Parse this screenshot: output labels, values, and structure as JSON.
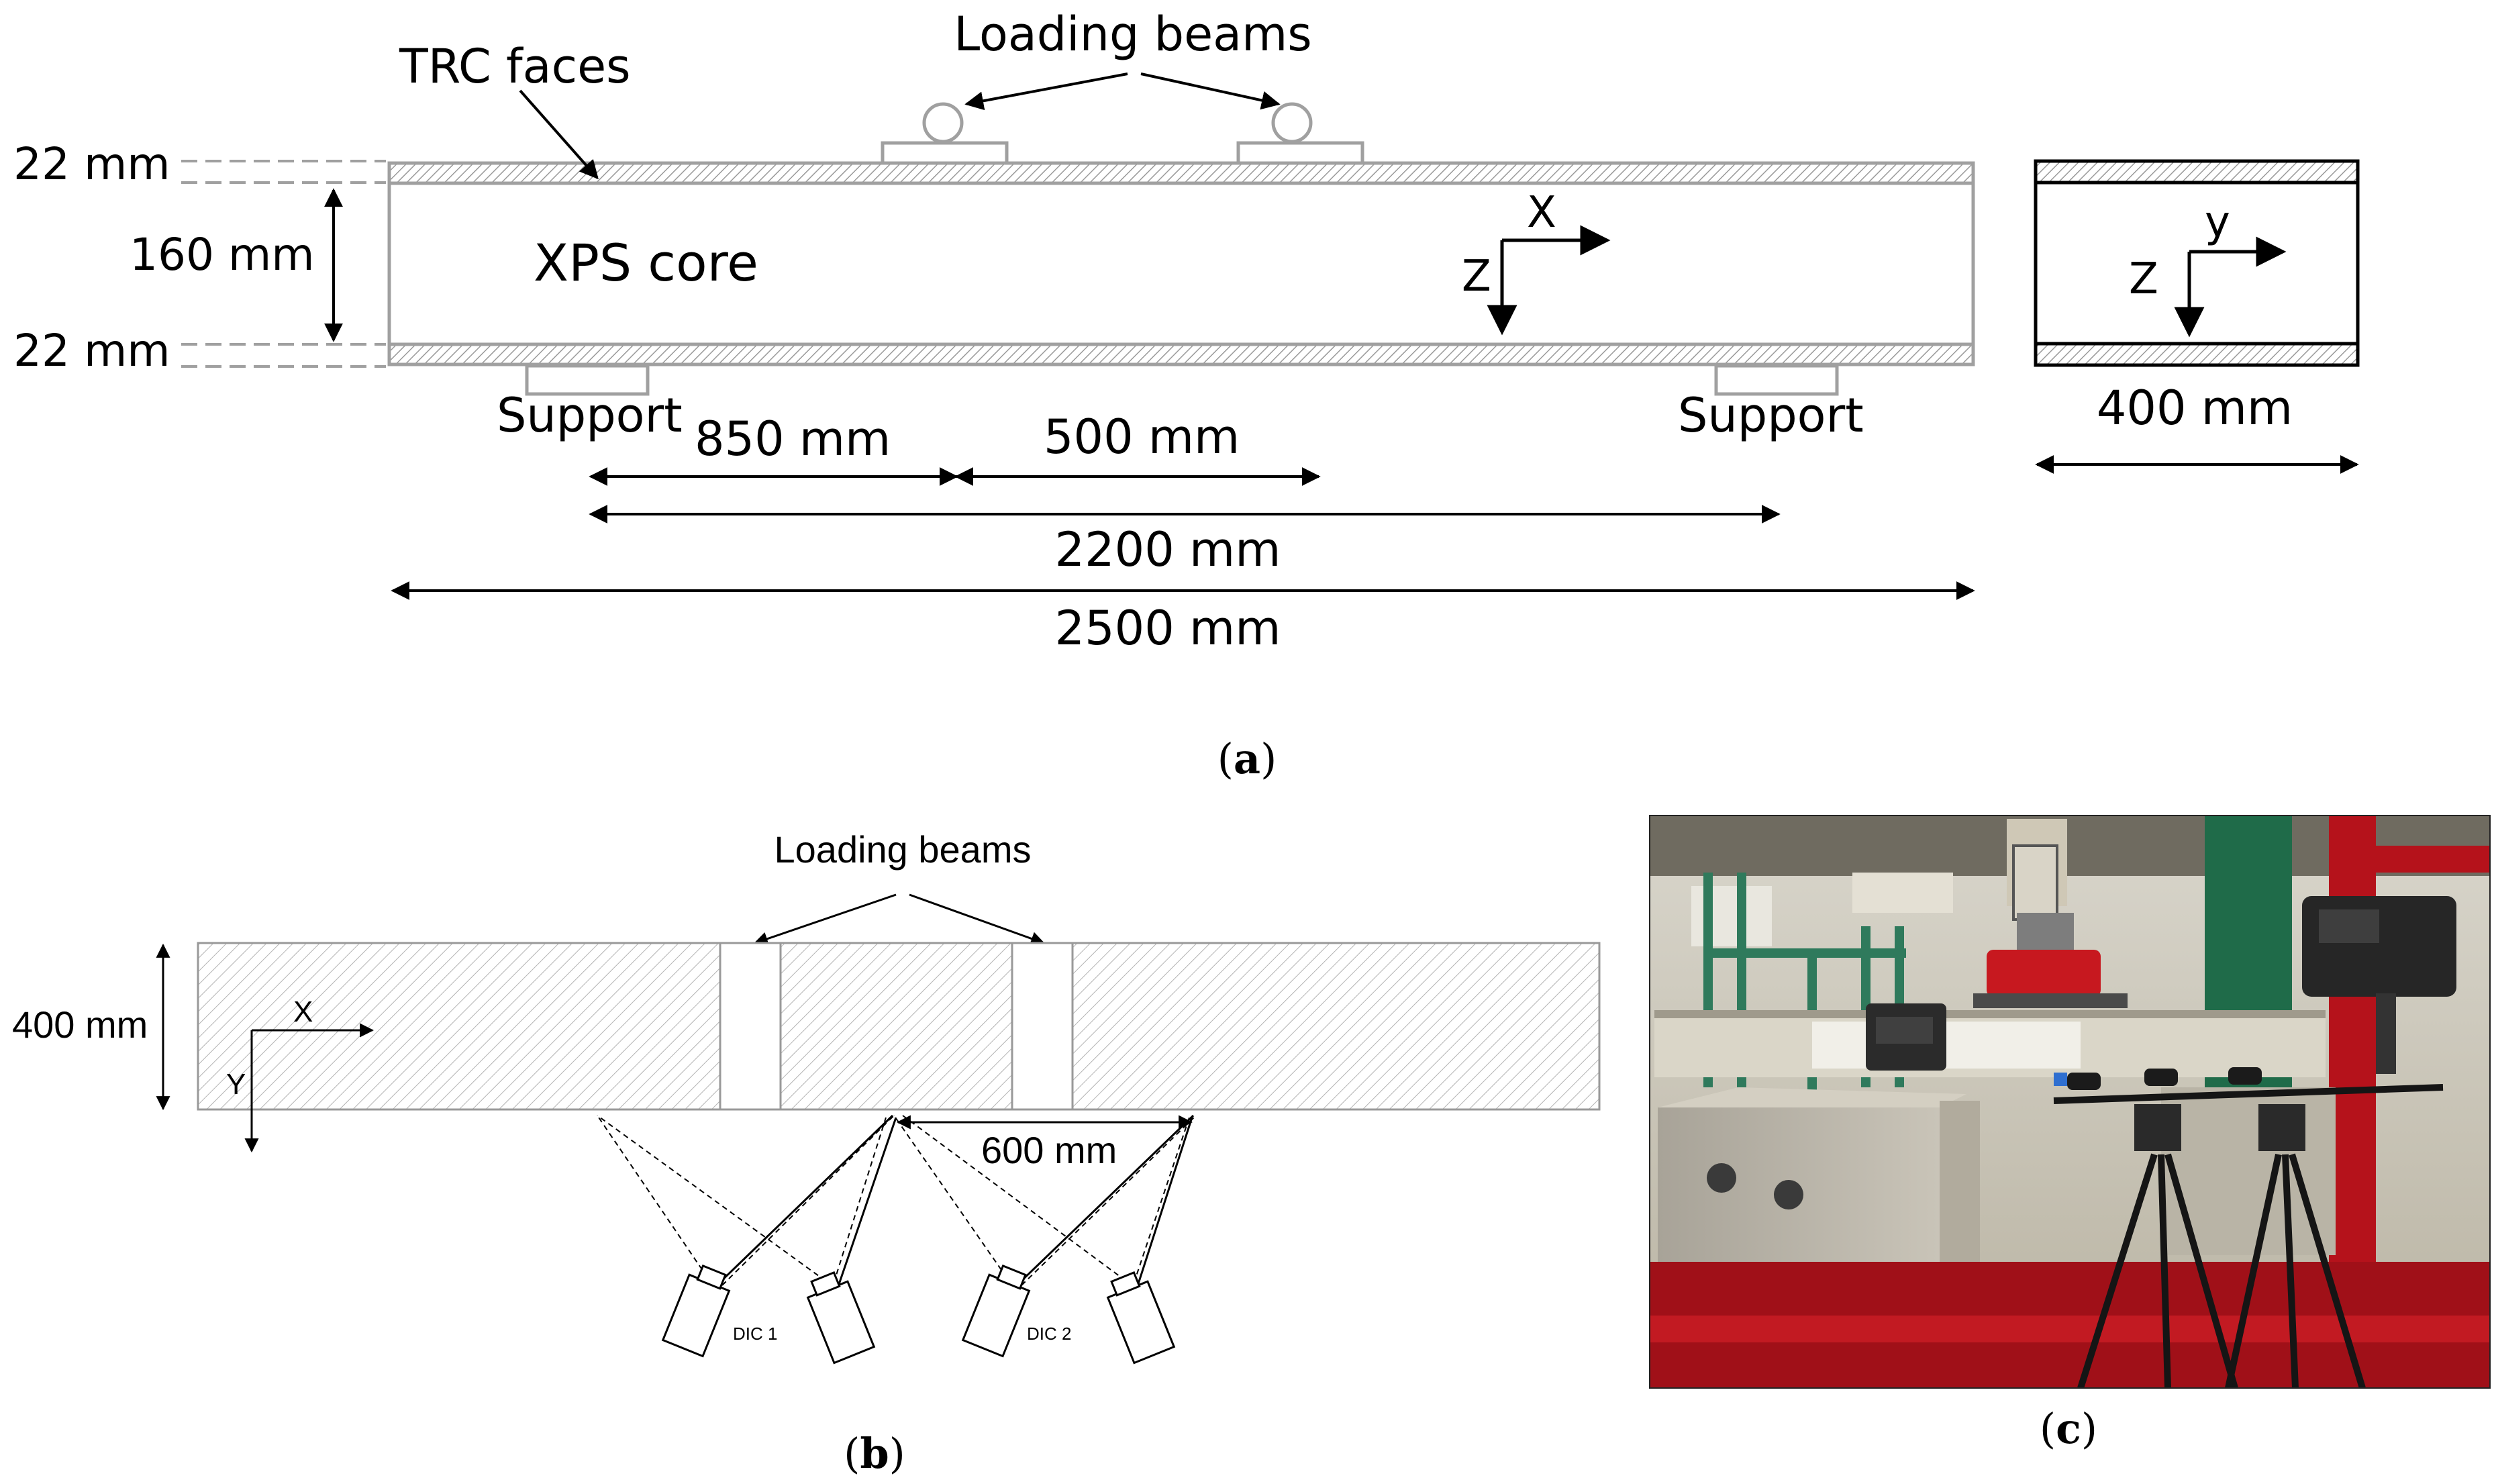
{
  "panel_a": {
    "caption_open": "(",
    "caption_letter": "a",
    "caption_close": ")",
    "trc_faces_label": "TRC faces",
    "loading_beams_label": "Loading beams",
    "top_face_thickness": "22 mm",
    "bottom_face_thickness": "22 mm",
    "core_height": "160 mm",
    "core_label": "XPS core",
    "axis_x": "X",
    "axis_z": "Z",
    "support_left": "Support",
    "support_right": "Support",
    "dim_850": "850 mm",
    "dim_500": "500 mm",
    "dim_2200": "2200 mm",
    "dim_2500": "2500 mm",
    "section_axis_y": "y",
    "section_axis_z": "Z",
    "section_width": "400 mm"
  },
  "panel_b": {
    "caption_open": "(",
    "caption_letter": "b",
    "caption_close": ")",
    "loading_beams_label": "Loading beams",
    "width_label": "400 mm",
    "axis_x": "X",
    "axis_y": "Y",
    "dim_600": "600 mm",
    "camera_1": "DIC 1",
    "camera_2": "DIC 2"
  },
  "panel_c": {
    "caption_open": "(",
    "caption_letter": "c",
    "caption_close": ")"
  },
  "colors": {
    "line": "#000000",
    "beam_outline": "#a0a0a0",
    "hatch": "#9a9a9a",
    "photo_floor": "#b5121b",
    "photo_green": "#1f6b49"
  }
}
